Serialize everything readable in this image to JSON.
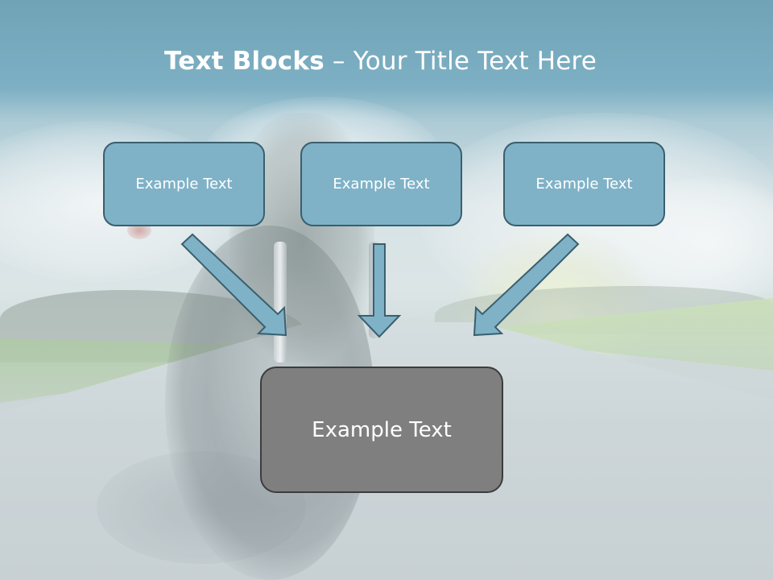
{
  "slide": {
    "title_bold": "Text Blocks",
    "title_dash": "–",
    "title_rest": "Your Title Text Here"
  },
  "blocks": [
    {
      "label": "Example Text"
    },
    {
      "label": "Example Text"
    },
    {
      "label": "Example Text"
    }
  ],
  "target_block": {
    "label": "Example Text"
  },
  "colors": {
    "header_teal": "#5f9fb8",
    "block_fill": "#7fb2c7",
    "block_border": "#3a5f6e",
    "target_fill": "#7f7f7f",
    "target_border": "#3c3c3c",
    "arrow_fill": "#7fb2c7",
    "arrow_stroke": "#3a5f6e"
  },
  "icons": {
    "arrows": [
      "arrow-down-right-icon",
      "arrow-down-icon",
      "arrow-down-left-icon"
    ]
  }
}
